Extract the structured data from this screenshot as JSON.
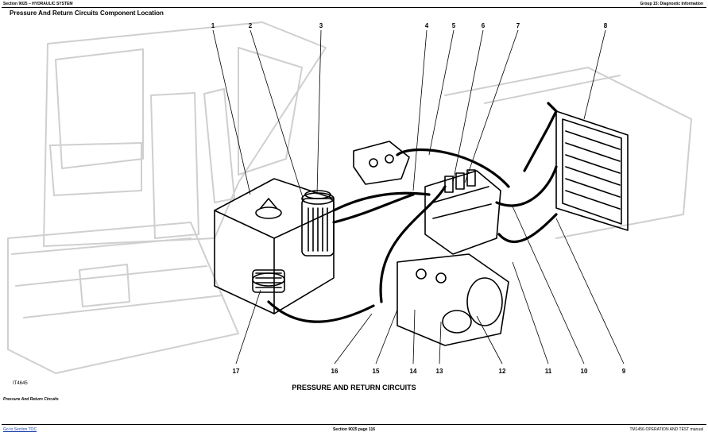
{
  "header": {
    "left": "Section 9025 – HYDRAULIC SYSTEM",
    "right": "Group 15: Diagnostic Information"
  },
  "title": "Pressure And Return Circuits Component Location",
  "figure": {
    "id": "IT4645",
    "caption": "PRESSURE AND RETURN CIRCUITS",
    "callouts_top": [
      "1",
      "2",
      "3",
      "4",
      "5",
      "6",
      "7",
      "8"
    ],
    "callouts_bottom": [
      "17",
      "16",
      "15",
      "14",
      "13",
      "12",
      "11",
      "10",
      "9"
    ]
  },
  "subcaption": "Pressure And Return Circuits",
  "footer": {
    "left": "Go to Section TOC",
    "center": "Section 9025 page 116",
    "right": "TM1456-OPERATION AND TEST manual"
  }
}
